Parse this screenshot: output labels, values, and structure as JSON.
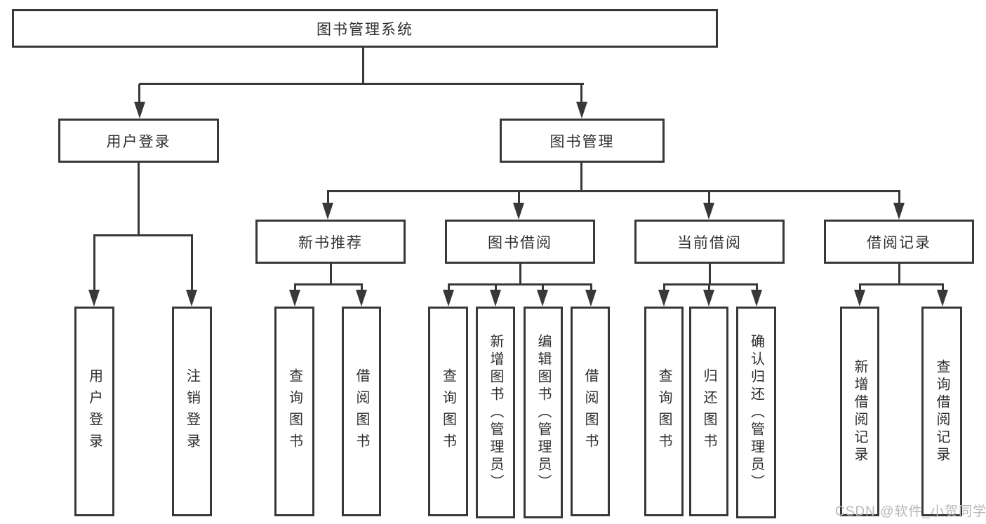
{
  "page": {
    "background": "#ffffff"
  },
  "diagram": {
    "root": {
      "label": "图书管理系统"
    },
    "level2": {
      "user_login": {
        "label": "用户登录"
      },
      "book_management": {
        "label": "图书管理"
      }
    },
    "level3": {
      "new_book_recommend": {
        "label": "新书推荐"
      },
      "book_borrow": {
        "label": "图书借阅"
      },
      "current_borrow": {
        "label": "当前借阅"
      },
      "borrow_record": {
        "label": "借阅记录"
      }
    },
    "leaves": {
      "user_login": {
        "label": "用户登录"
      },
      "logout": {
        "label": "注销登录"
      },
      "recommend_query_book": {
        "label": "查询图书"
      },
      "recommend_borrow_book": {
        "label": "借阅图书"
      },
      "borrow_query_book": {
        "label": "查询图书"
      },
      "borrow_add_book": {
        "label": "新增图书（管理员）"
      },
      "borrow_edit_book": {
        "label": "编辑图书（管理员）"
      },
      "borrow_borrow_book": {
        "label": "借阅图书"
      },
      "current_query_book": {
        "label": "查询图书"
      },
      "current_return_book": {
        "label": "归还图书"
      },
      "current_confirm_return": {
        "label": "确认归还（管理员）"
      },
      "record_add_record": {
        "label": "新增借阅记录"
      },
      "record_query_record": {
        "label": "查询借阅记录"
      }
    },
    "colors": {
      "line": "#383838",
      "text": "#2f2f2f",
      "box_background": "#ffffff"
    }
  },
  "watermark": {
    "label": "CSDN @软件_小贺同学",
    "color": "#b7b7b7"
  }
}
